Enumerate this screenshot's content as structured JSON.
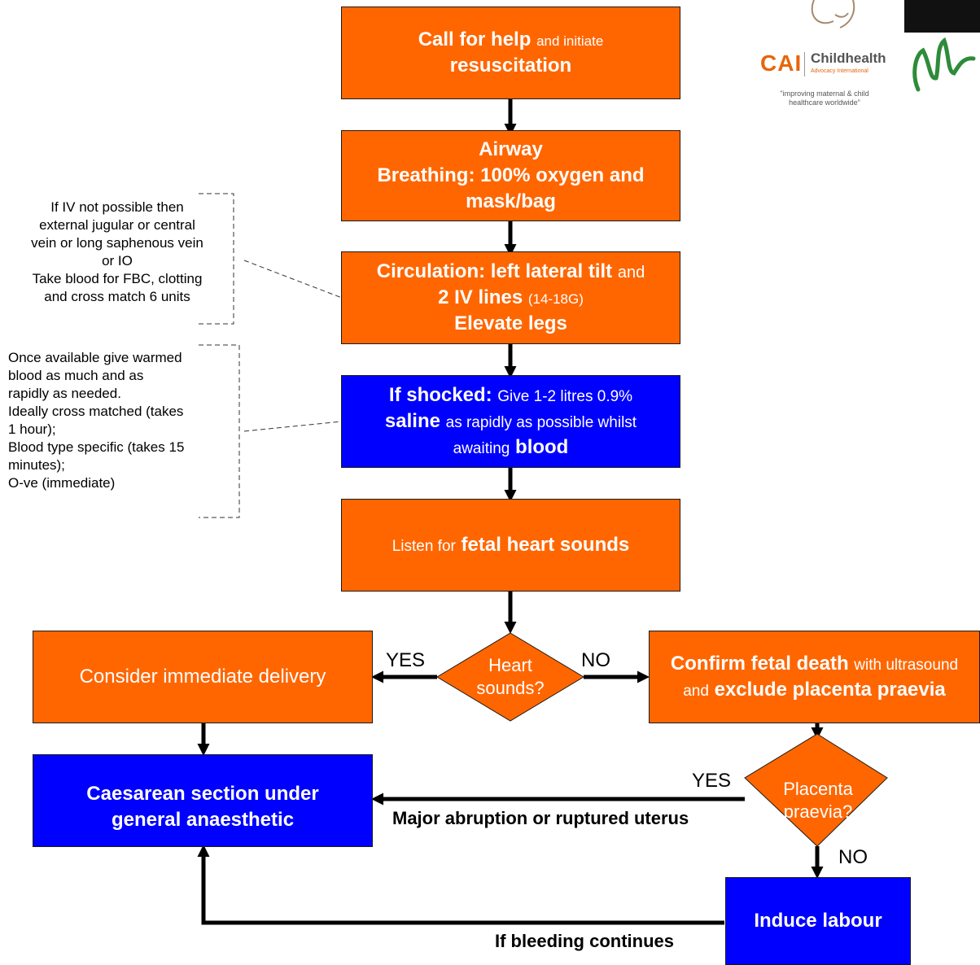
{
  "boxes": {
    "call": {
      "b1": "Call for help",
      "n1": "and initiate",
      "b2": "resuscitation"
    },
    "airway": {
      "l1": "Airway",
      "l2": "Breathing: 100% oxygen and",
      "l3": "mask/bag"
    },
    "circulation": {
      "b1": "Circulation: left lateral tilt",
      "n1": "and",
      "b2": "2 IV lines",
      "n2": "(14-18G)",
      "b3": "Elevate legs"
    },
    "shock": {
      "b1": "If shocked:",
      "n1": "Give 1-2 litres 0.9%",
      "b2": "saline",
      "n2": "as rapidly as possible whilst",
      "n3": "awaiting",
      "b3": "blood"
    },
    "listen": {
      "n1": "Listen for",
      "b1": "fetal heart sounds"
    },
    "consider": "Consider immediate delivery",
    "confirm": {
      "b1": "Confirm fetal death",
      "n1": "with ultrasound",
      "n2": "and",
      "b2": "exclude placenta praevia"
    },
    "caesarean": {
      "l1": "Caesarean section under",
      "l2": "general anaesthetic"
    },
    "induce": "Induce labour"
  },
  "decisions": {
    "heart": {
      "l1": "Heart",
      "l2": "sounds?"
    },
    "placenta": {
      "l1": "Placenta",
      "l2": "praevia?"
    }
  },
  "labels": {
    "yes_left": "YES",
    "no_right": "NO",
    "yes_placenta": "YES",
    "no_placenta": "NO",
    "major": "Major abruption or ruptured uterus",
    "bleeding": "If bleeding continues"
  },
  "notes": {
    "iv": [
      "If IV not possible then",
      "external jugular or central",
      "vein or long saphenous vein",
      "or IO",
      "Take blood for FBC, clotting",
      "and cross match 6 units"
    ],
    "blood": [
      "Once available give warmed",
      "blood as much and as",
      "rapidly as needed.",
      "Ideally cross matched (takes",
      "1 hour);",
      "Blood type specific (takes 15",
      "minutes);",
      "O-ve (immediate)"
    ]
  },
  "logo": {
    "cai": "CAI",
    "childhealth": "Childhealth",
    "advocacy": "Advocacy International",
    "tagline1": "\"improving maternal & child",
    "tagline2": "healthcare worldwide\""
  },
  "colors": {
    "orange": "#ff6600",
    "blue": "#0000ff",
    "logo_orange": "#e8650a",
    "logo_green": "#2e8b3a"
  }
}
